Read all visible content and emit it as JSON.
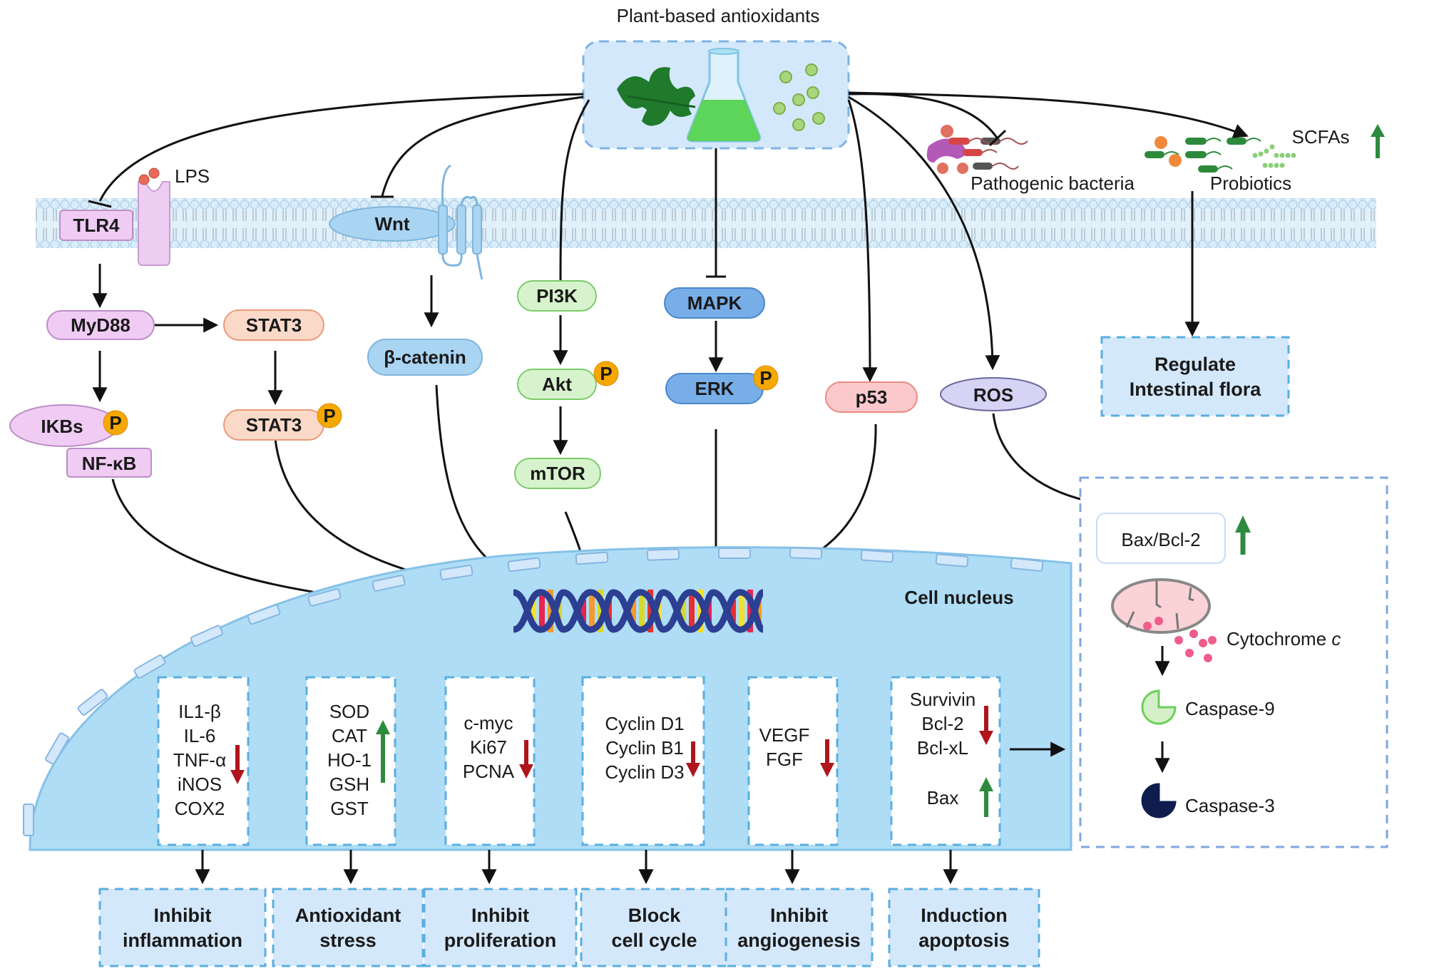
{
  "title": "Plant-based antioxidants",
  "source_icons": [
    "parsley-leaf-icon",
    "flask-icon",
    "compound-spheres-icon"
  ],
  "membrane": {
    "tlr4": "TLR4",
    "lps": "LPS",
    "wnt": "Wnt"
  },
  "microbiota": {
    "pathogenic": "Pathogenic bacteria",
    "probiotics": "Probiotics",
    "scfas": "SCFAs",
    "scfas_trend": "up"
  },
  "regulate_box": {
    "line1": "Regulate",
    "line2": "Intestinal flora"
  },
  "nodes": {
    "myd88": "MyD88",
    "stat3": "STAT3",
    "stat3p": "STAT3",
    "ikbs": "IKBs",
    "nfkb": "NF-κB",
    "bcatenin": "β-catenin",
    "pi3k": "PI3K",
    "akt": "Akt",
    "mtor": "mTOR",
    "mapk": "MAPK",
    "erk": "ERK",
    "p53": "p53",
    "ros": "ROS",
    "phospho": "P"
  },
  "nucleus_label": "Cell nucleus",
  "marker_boxes": [
    {
      "items": [
        "IL1-β",
        "IL-6",
        "TNF-α",
        "iNOS",
        "COX2"
      ],
      "trend": "down"
    },
    {
      "items": [
        "SOD",
        "CAT",
        "HO-1",
        "GSH",
        "GST"
      ],
      "trend": "up"
    },
    {
      "items": [
        "c-myc",
        "Ki67",
        "PCNA"
      ],
      "trend": "down"
    },
    {
      "items": [
        "Cyclin D1",
        "Cyclin B1",
        "Cyclin D3"
      ],
      "trend": "down"
    },
    {
      "items": [
        "VEGF",
        "FGF"
      ],
      "trend": "down"
    },
    {
      "items": [
        "Survivin",
        "Bcl-2",
        "Bcl-xL"
      ],
      "trend": "down",
      "extra": "Bax",
      "extra_trend": "up"
    }
  ],
  "outcomes": [
    {
      "line1": "Inhibit",
      "line2": "inflammation"
    },
    {
      "line1": "Antioxidant",
      "line2": "stress"
    },
    {
      "line1": "Inhibit",
      "line2": "proliferation"
    },
    {
      "line1": "Block",
      "line2": "cell cycle"
    },
    {
      "line1": "Inhibit",
      "line2": "angiogenesis"
    },
    {
      "line1": "Induction",
      "line2": "apoptosis"
    }
  ],
  "apoptosis_panel": {
    "ratio": "Bax/Bcl-2",
    "ratio_trend": "up",
    "cytochrome": "Cytochrome",
    "cytochrome_italic": "c",
    "casp9": "Caspase-9",
    "casp3": "Caspase-3"
  },
  "colors": {
    "up_arrow": "#2e8b3e",
    "down_arrow": "#b0141c",
    "phospho": "#f5a800",
    "nucleus": "#aeddf5",
    "dashed_box": "#5aaee0"
  }
}
